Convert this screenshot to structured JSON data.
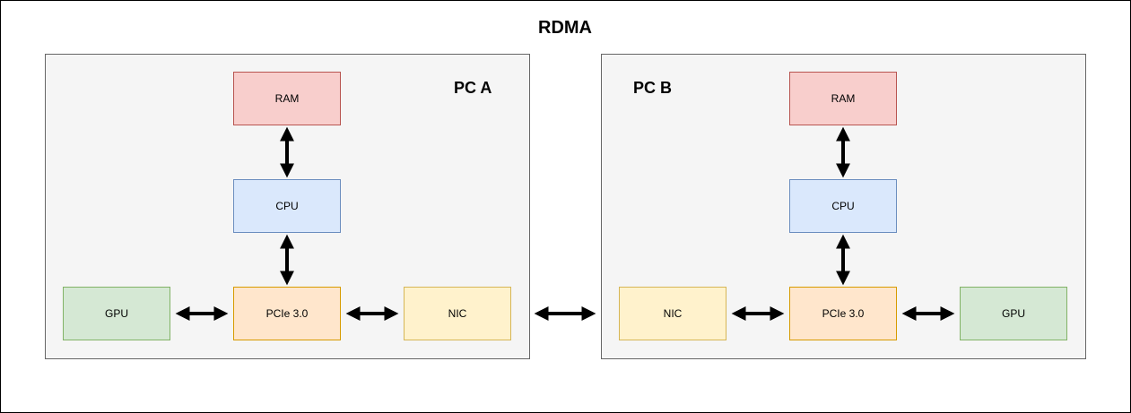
{
  "title": "RDMA",
  "pc_a": {
    "label": "PC A",
    "ram": "RAM",
    "cpu": "CPU",
    "pcie": "PCIe 3.0",
    "gpu": "GPU",
    "nic": "NIC"
  },
  "pc_b": {
    "label": "PC B",
    "ram": "RAM",
    "cpu": "CPU",
    "pcie": "PCIe 3.0",
    "gpu": "GPU",
    "nic": "NIC"
  },
  "colors": {
    "ram_fill": "#f8cecc",
    "ram_stroke": "#b85450",
    "cpu_fill": "#dae8fc",
    "cpu_stroke": "#6c8ebf",
    "pcie_fill": "#ffe6cc",
    "pcie_stroke": "#d79b00",
    "nic_fill": "#fff2cc",
    "nic_stroke": "#d6b656",
    "gpu_fill": "#d5e8d4",
    "gpu_stroke": "#82b366",
    "container_fill": "#f5f5f5"
  }
}
